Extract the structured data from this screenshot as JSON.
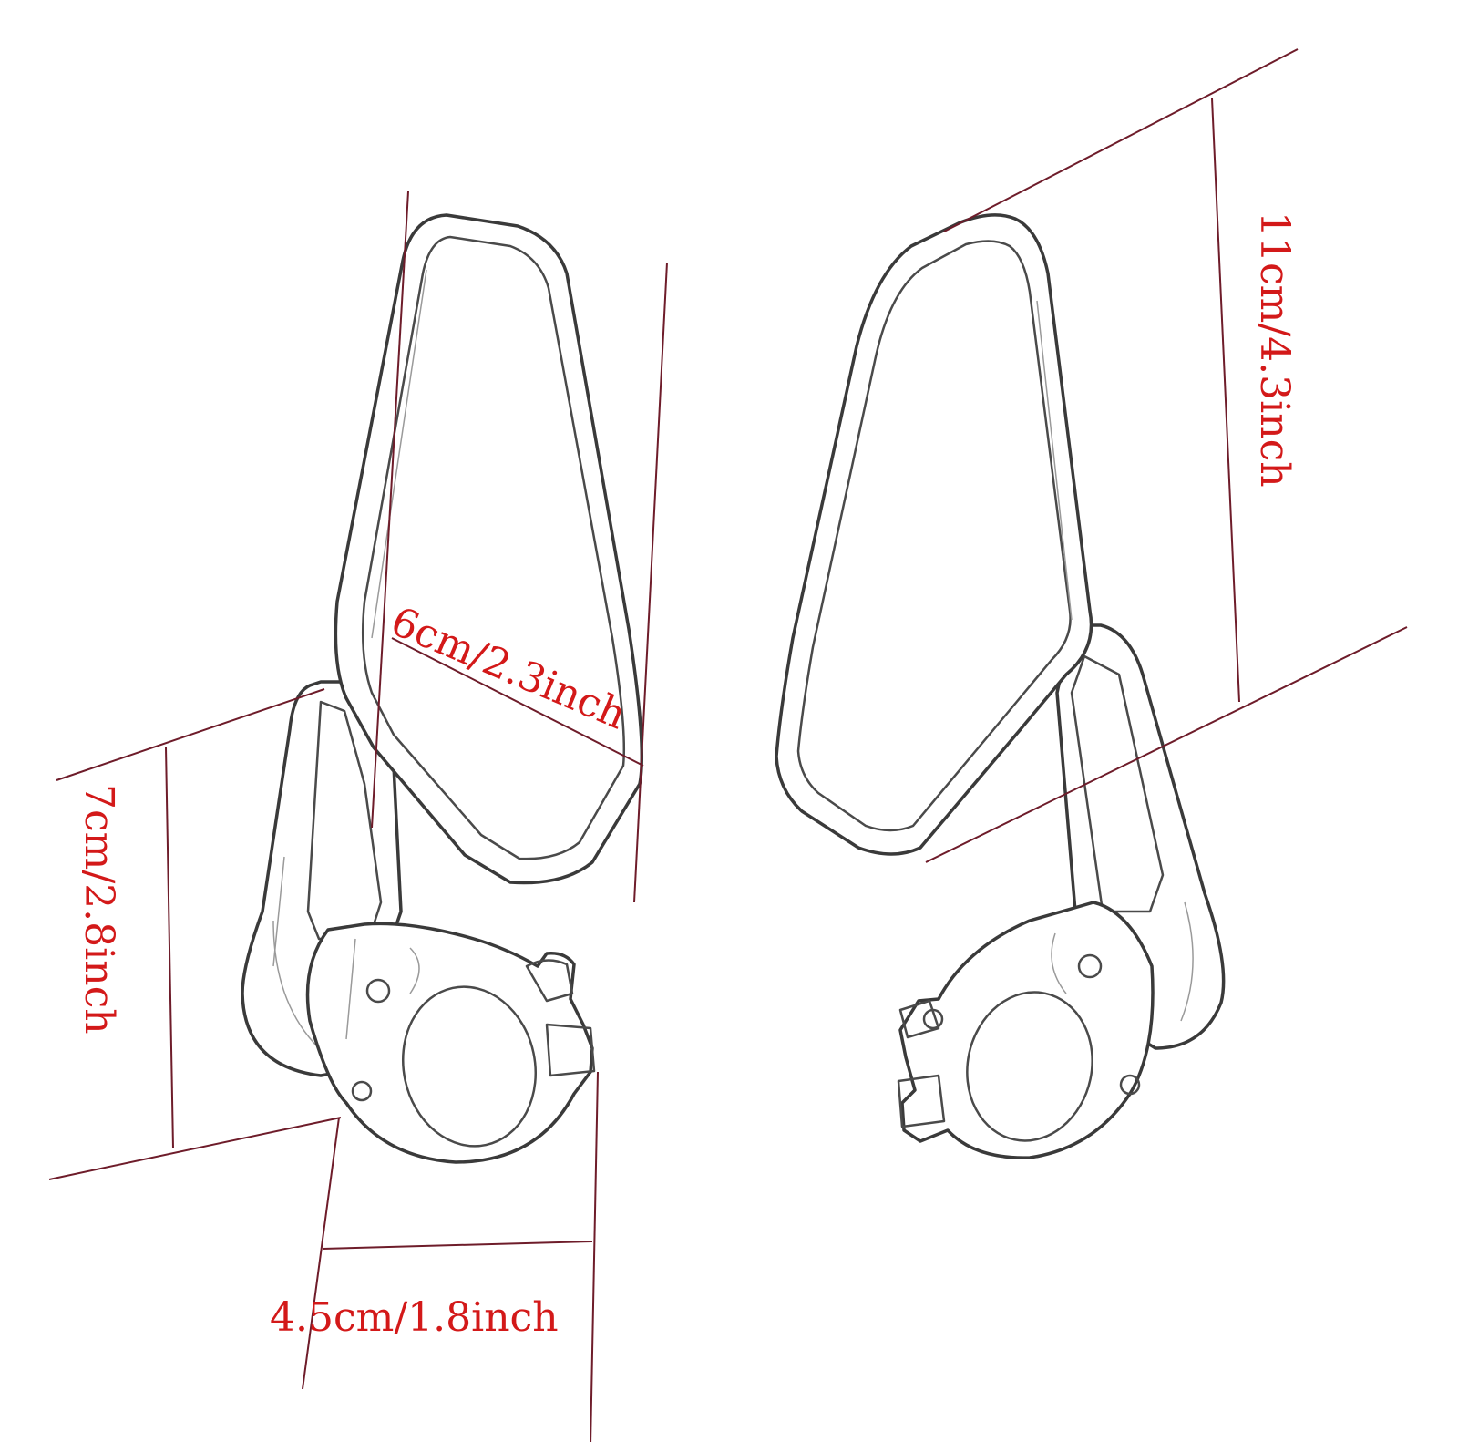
{
  "dimensions": {
    "width": "6cm/2.3inch",
    "height_mirror": "11cm/4.3inch",
    "height_arm": "7cm/2.8inch",
    "clamp_width": "4.5cm/1.8inch"
  },
  "colors": {
    "dimension_text": "#d31919",
    "dimension_line": "#6e1c2a",
    "outline": "#3a3a3a",
    "background": "#ffffff"
  }
}
